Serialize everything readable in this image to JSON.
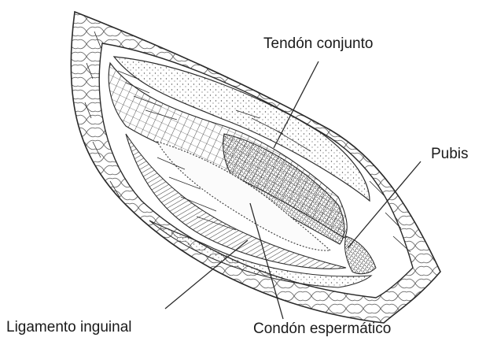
{
  "labels": {
    "tendon_conjunto": "Tendón conjunto",
    "pubis": "Pubis",
    "ligamento_inguinal": "Ligamento inguinal",
    "condon_espermatico": "Condón espermático"
  },
  "colors": {
    "ink": "#2a2a2a",
    "background": "#ffffff",
    "text": "#1a1a1a"
  }
}
